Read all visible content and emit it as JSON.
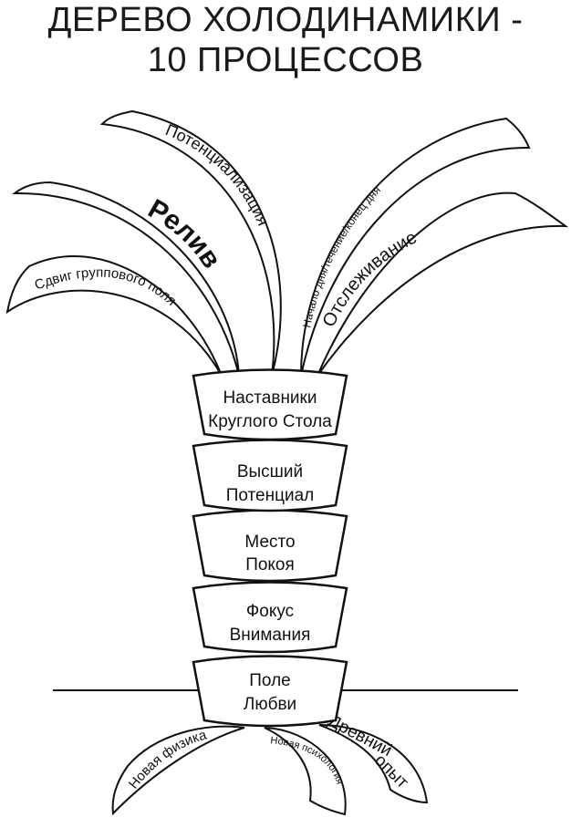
{
  "title": {
    "line1": "ДЕРЕВО ХОЛОДИНАМИКИ -",
    "line2": "10 ПРОЦЕССОВ"
  },
  "leaves": [
    {
      "id": "shift",
      "label": "Сдвиг группового поля"
    },
    {
      "id": "relive",
      "label": "Релив"
    },
    {
      "id": "potential",
      "label": "Потенциализация"
    },
    {
      "id": "day",
      "label": "Начало дня/течение/конец дня"
    },
    {
      "id": "tracking",
      "label": "Отслеживание"
    }
  ],
  "trunk": [
    {
      "line1": "Наставники",
      "line2": "Круглого Стола"
    },
    {
      "line1": "Высший",
      "line2": "Потенциал"
    },
    {
      "line1": "Место",
      "line2": "Покоя"
    },
    {
      "line1": "Фокус",
      "line2": "Внимания"
    },
    {
      "line1": "Поле",
      "line2": "Любви"
    }
  ],
  "roots": [
    {
      "id": "physics",
      "label": "Новая физика"
    },
    {
      "id": "psychology",
      "label": "Новая психология"
    },
    {
      "id": "ancient",
      "line1": "Древний",
      "line2": "опыт"
    }
  ]
}
